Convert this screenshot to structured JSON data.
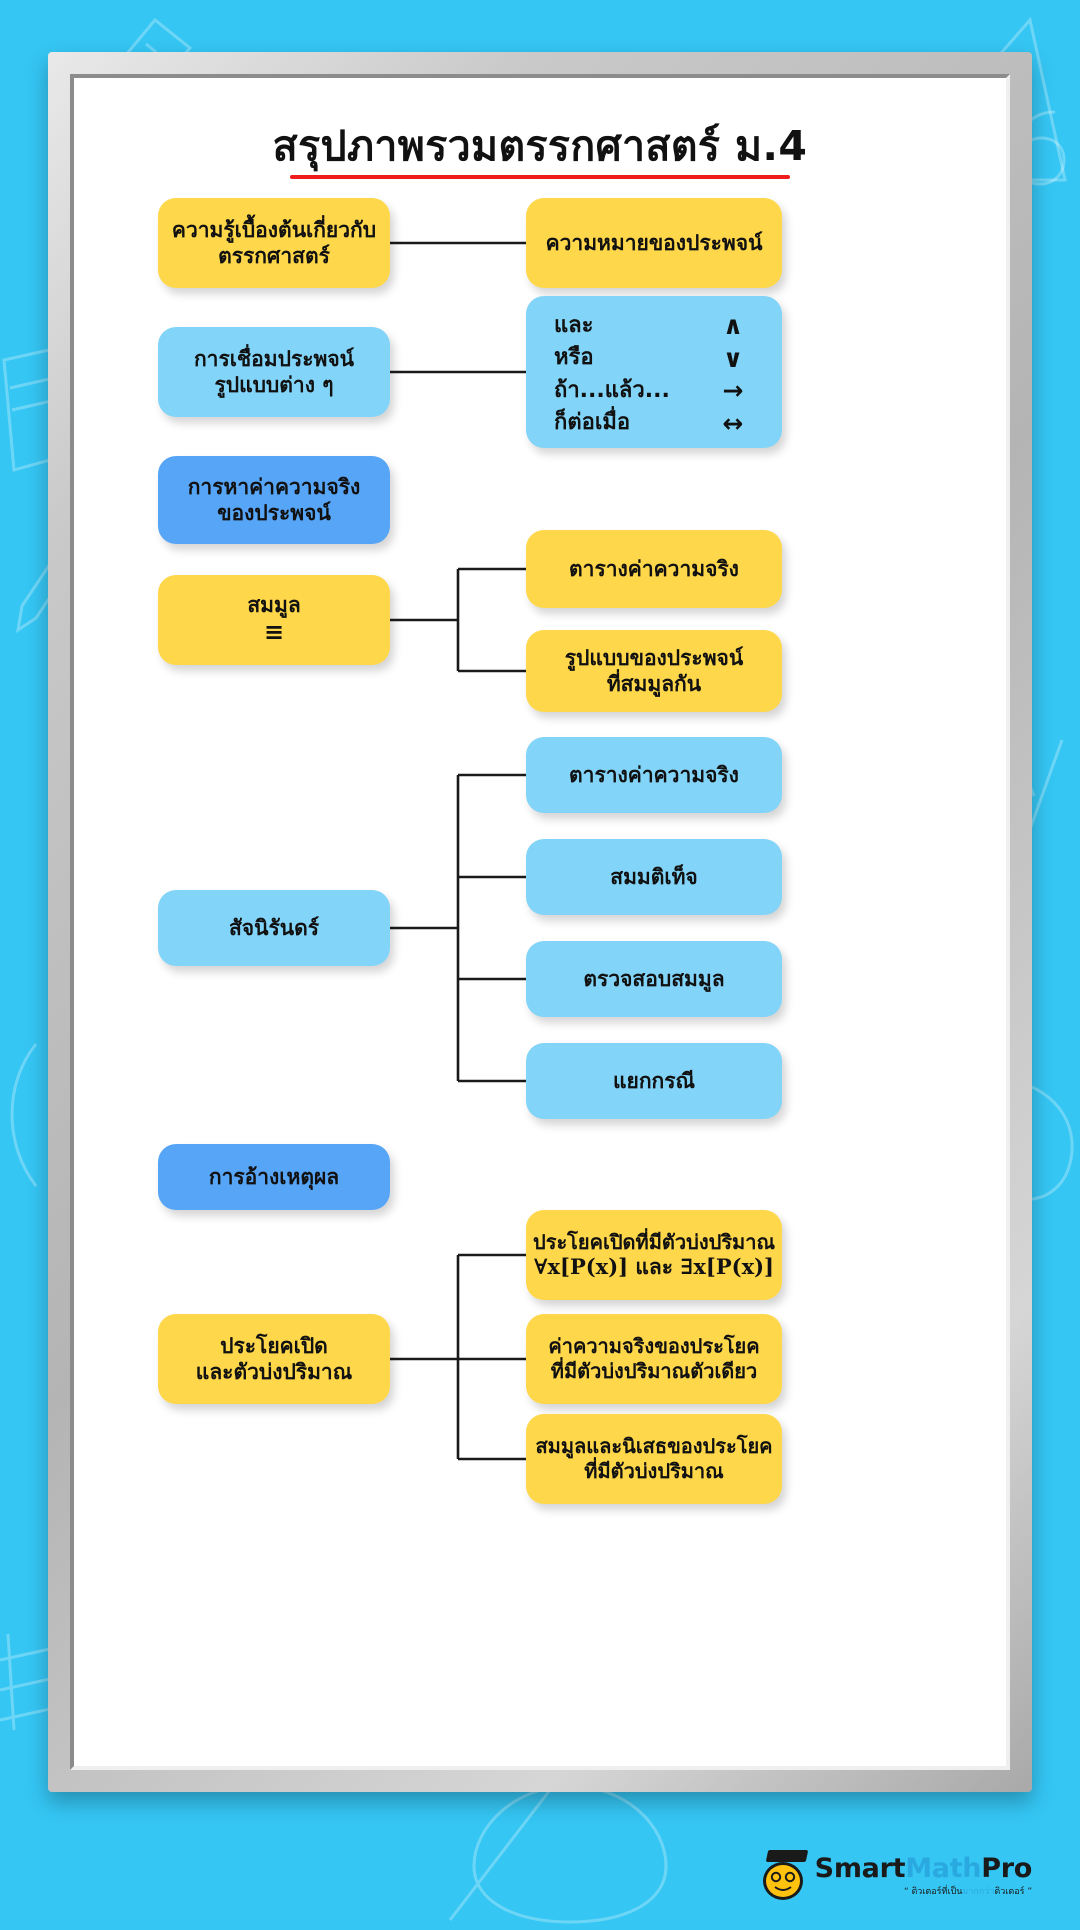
{
  "title": "สรุปภาพรวมตรรกศาสตร์ ม.4",
  "colors": {
    "background": "#35c6f4",
    "board": "#ffffff",
    "frame": "#b4b4b4",
    "yellow": "#ffd74a",
    "light_blue": "#82d4f8",
    "dark_blue": "#57a5f7",
    "title_rule": "#ee1c1c",
    "connector": "#1a1a1a"
  },
  "nodes": {
    "intro": {
      "line1": "ความรู้เบื้องต้นเกี่ยวกับ",
      "line2": "ตรรกศาสตร์",
      "color": "yellow"
    },
    "intro_child": {
      "line1": "ความหมายของประพจน์",
      "color": "yellow"
    },
    "connectives": {
      "line1": "การเชื่อมประพจน์",
      "line2": "รูปแบบต่าง ๆ",
      "color": "light_blue"
    },
    "operators": {
      "color": "light_blue",
      "rows": [
        {
          "name": "และ",
          "symbol": "∧"
        },
        {
          "name": "หรือ",
          "symbol": "∨"
        },
        {
          "name": "ถ้า...แล้ว...",
          "symbol": "→"
        },
        {
          "name": "ก็ต่อเมื่อ",
          "symbol": "↔"
        }
      ]
    },
    "truthvalue": {
      "line1": "การหาค่าความจริง",
      "line2": "ของประพจน์",
      "color": "dark_blue"
    },
    "equivalence": {
      "line1": "สมมูล",
      "line2": "≡",
      "color": "yellow"
    },
    "equivalence_children": [
      {
        "line1": "ตารางค่าความจริง",
        "color": "yellow"
      },
      {
        "line1": "รูปแบบของประพจน์",
        "line2": "ที่สมมูลกัน",
        "color": "yellow"
      }
    ],
    "tautology": {
      "line1": "สัจนิรันดร์",
      "color": "light_blue"
    },
    "tautology_children": [
      {
        "line1": "ตารางค่าความจริง",
        "color": "light_blue"
      },
      {
        "line1": "สมมติเท็จ",
        "color": "light_blue"
      },
      {
        "line1": "ตรวจสอบสมมูล",
        "color": "light_blue"
      },
      {
        "line1": "แยกกรณี",
        "color": "light_blue"
      }
    ],
    "argument": {
      "line1": "การอ้างเหตุผล",
      "color": "dark_blue"
    },
    "openstatement": {
      "line1": "ประโยคเปิด",
      "line2": "และตัวบ่งปริมาณ",
      "color": "yellow"
    },
    "openstatement_children": [
      {
        "line1": "ประโยคเปิดที่มีตัวบ่งปริมาณ",
        "line2_math": "∀x[P(x)] และ ∃x[P(x)]",
        "color": "yellow"
      },
      {
        "line1": "ค่าความจริงของประโยค",
        "line2": "ที่มีตัวบ่งปริมาณตัวเดียว",
        "color": "yellow"
      },
      {
        "line1": "สมมูลและนิเสธของประโยค",
        "line2": "ที่มีตัวบ่งปริมาณ",
        "color": "yellow"
      }
    ]
  },
  "logo": {
    "smart": "Smart",
    "math": "Math",
    "pro": "Pro",
    "tagline_pre": "“ ติวเตอร์ที่เป็น",
    "tagline_hl": "มากกว่า",
    "tagline_post": "ติวเตอร์ ”"
  }
}
